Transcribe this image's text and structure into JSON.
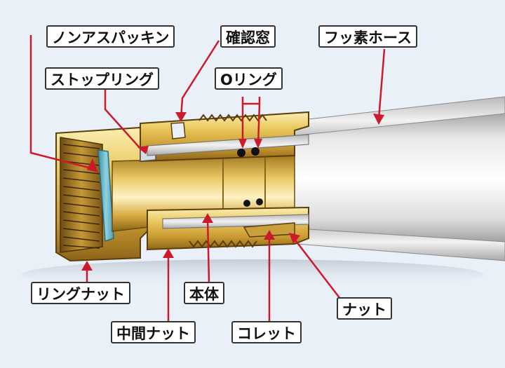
{
  "labels": {
    "non_asbestos_packing": "ノンアスパッキン",
    "stop_ring": "ストップリング",
    "confirm_window": "確認窓",
    "o_ring": "Oリング",
    "fluorine_hose": "フッ素ホース",
    "ring_nut": "リングナット",
    "body": "本体",
    "nut": "ナット",
    "middle_nut": "中間ナット",
    "collet": "コレット"
  },
  "colors": {
    "background": "#e9f0f8",
    "leader": "#cc1a2a",
    "brass_light": "#f2dc86",
    "brass_mid": "#d9b448",
    "brass_dark": "#9c7420",
    "hose": "#cfcfcf",
    "packing": "#6fb7c8"
  }
}
